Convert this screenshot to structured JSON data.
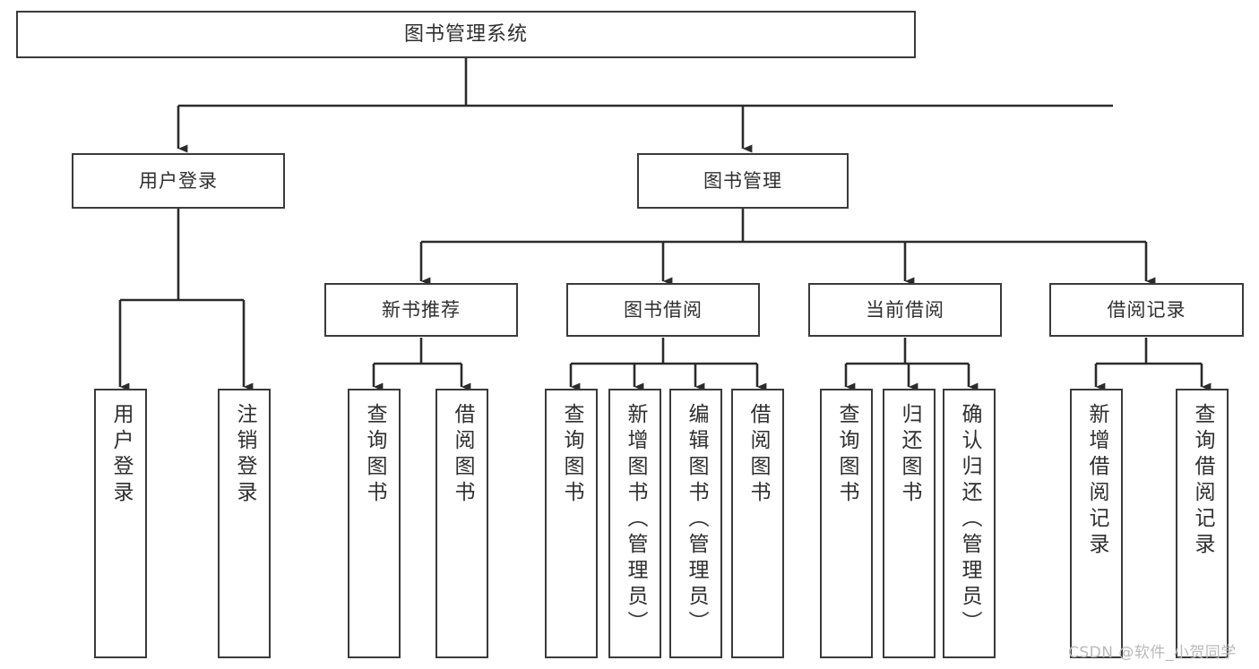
{
  "diagram": {
    "title": "图书管理系统",
    "type": "hierarchy-tree",
    "watermark": "CSDN @软件_小贺同学",
    "colors": {
      "border": "#3a3a3a",
      "text": "#2f2f2f",
      "background": "#ffffff",
      "watermark": "#b9b9b9"
    },
    "root": {
      "label": "图书管理系统"
    },
    "level2": [
      {
        "label": "用户登录"
      },
      {
        "label": "图书管理"
      }
    ],
    "level3": [
      {
        "label": "新书推荐"
      },
      {
        "label": "图书借阅"
      },
      {
        "label": "当前借阅"
      },
      {
        "label": "借阅记录"
      }
    ],
    "leaves": {
      "user_login": [
        {
          "label": "用户登录"
        },
        {
          "label": "注销登录"
        }
      ],
      "new_book": [
        {
          "label": "查询图书"
        },
        {
          "label": "借阅图书"
        }
      ],
      "book_borrow": [
        {
          "label": "查询图书"
        },
        {
          "label": "新增图书（管理员）"
        },
        {
          "label": "编辑图书（管理员）"
        },
        {
          "label": "借阅图书"
        }
      ],
      "current_borrow": [
        {
          "label": "查询图书"
        },
        {
          "label": "归还图书"
        },
        {
          "label": "确认归还（管理员）"
        }
      ],
      "borrow_record": [
        {
          "label": "新增借阅记录"
        },
        {
          "label": "查询借阅记录"
        }
      ]
    }
  }
}
